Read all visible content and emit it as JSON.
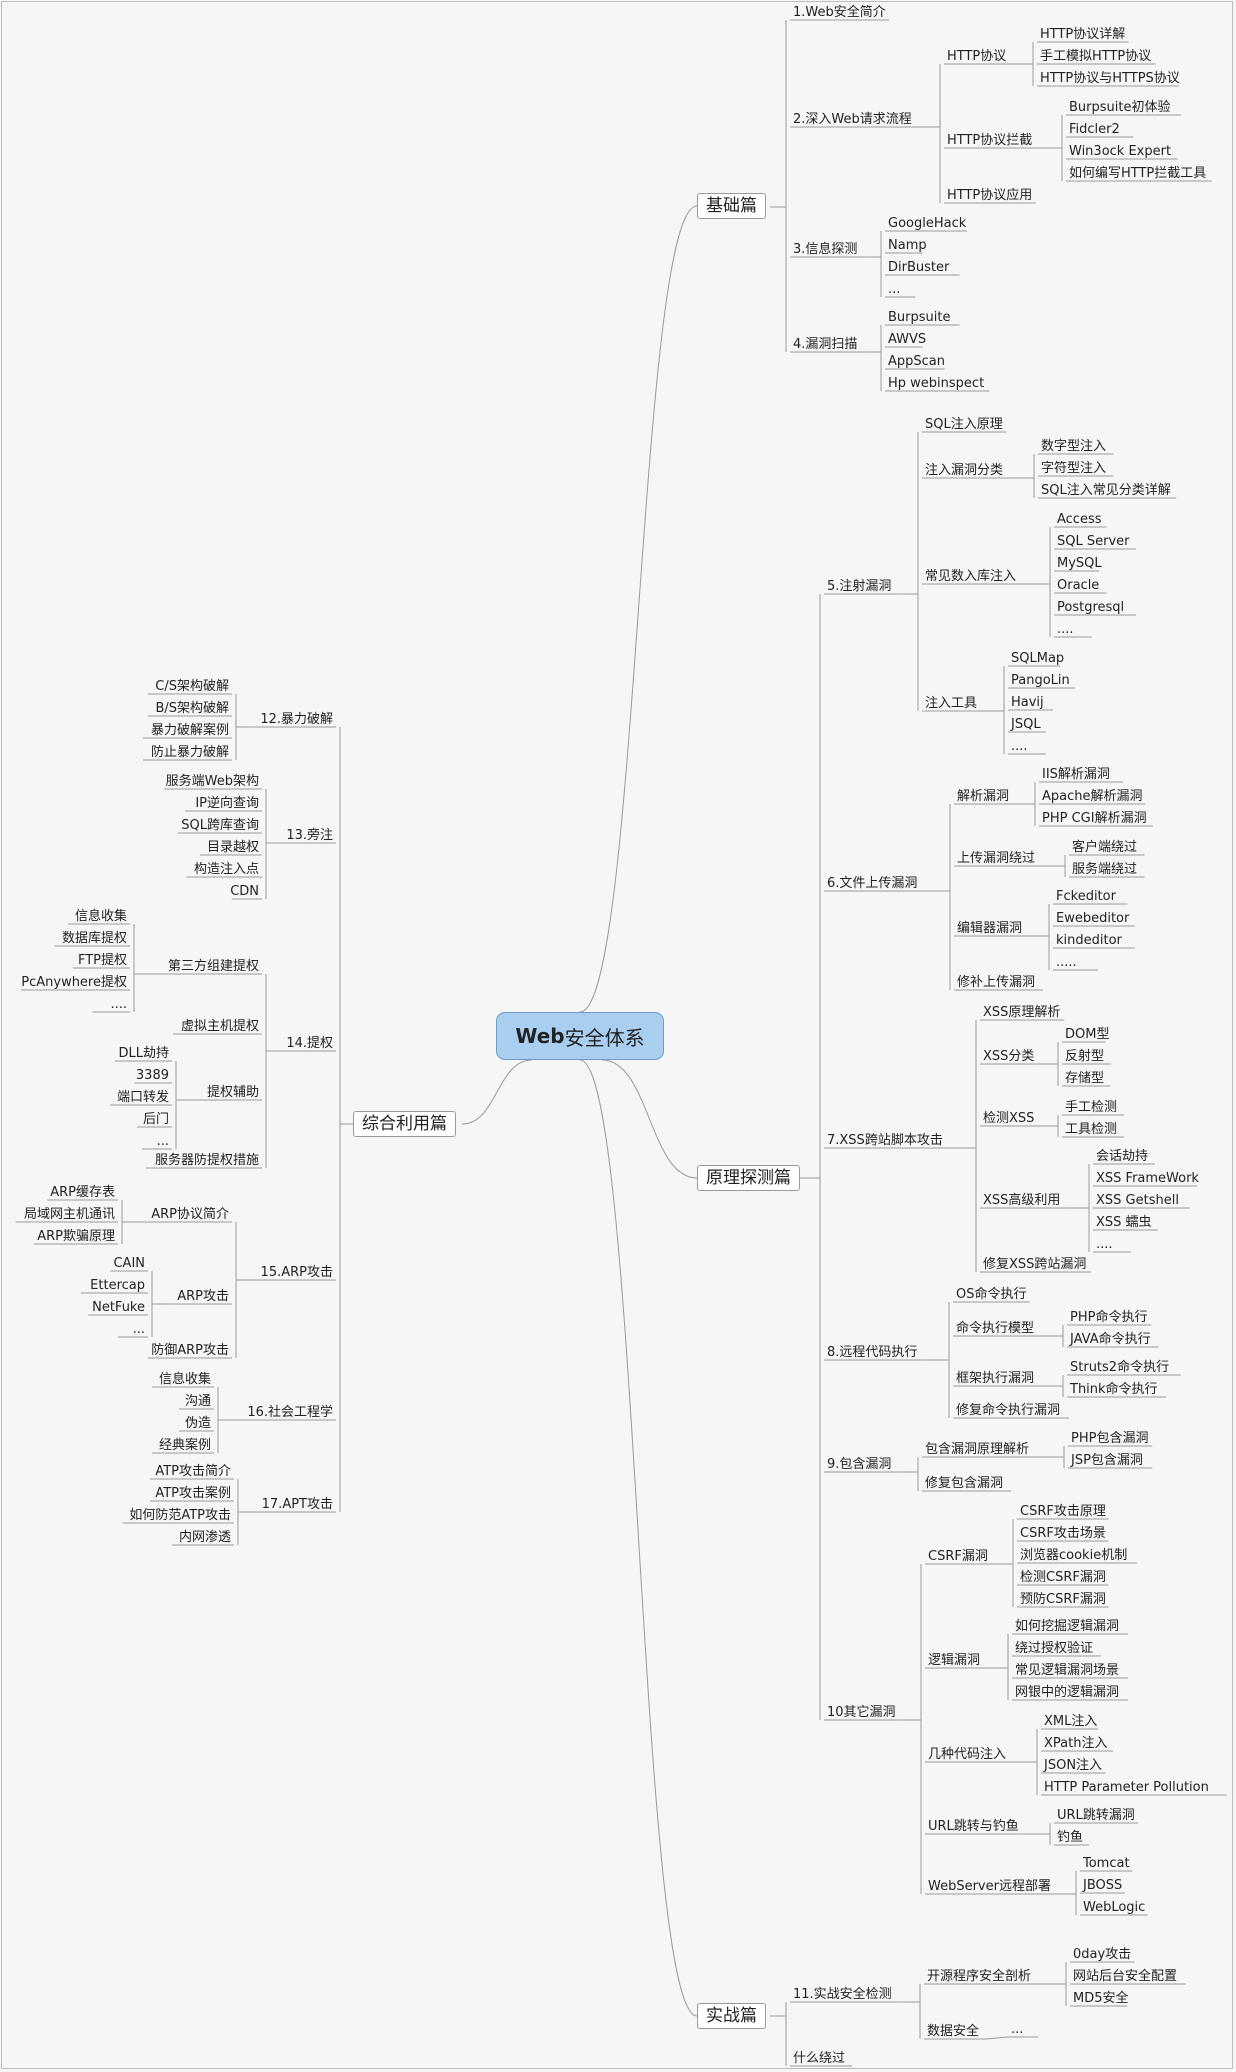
{
  "root": {
    "prefix": "Web",
    "suffix": "安全体系"
  },
  "branches": {
    "basic": {
      "label": "基础篇"
    },
    "principle": {
      "label": "原理探测篇"
    },
    "combat": {
      "label": "实战篇"
    },
    "combined": {
      "label": "综合利用篇"
    }
  },
  "nodes": {
    "b1": "1.Web安全简介",
    "b2": "2.深入Web请求流程",
    "b2a": "HTTP协议",
    "b2a1": "HTTP协议详解",
    "b2a2": "手工模拟HTTP协议",
    "b2a3": "HTTP协议与HTTPS协议",
    "b2b": "HTTP协议拦截",
    "b2b1": "Burpsuite初体验",
    "b2b2": "Fidcler2",
    "b2b3": "Win3ock Expert",
    "b2b4": "如何编写HTTP拦截工具",
    "b2c": "HTTP协议应用",
    "b3": "3.信息探测",
    "b31": "GoogleHack",
    "b32": "Namp",
    "b33": "DirBuster",
    "b34": "...",
    "b4": "4.漏洞扫描",
    "b41": "Burpsuite",
    "b42": "AWVS",
    "b43": "AppScan",
    "b44": "Hp webinspect",
    "p5": "5.注射漏洞",
    "p51": "SQL注入原理",
    "p52": "注入漏洞分类",
    "p521": "数字型注入",
    "p522": "字符型注入",
    "p523": "SQL注入常见分类详解",
    "p53": "常见数入库注入",
    "p531": "Access",
    "p532": "SQL Server",
    "p533": "MySQL",
    "p534": "Oracle",
    "p535": "Postgresql",
    "p536": "....",
    "p54": "注入工具",
    "p541": "SQLMap",
    "p542": "PangoLin",
    "p543": "Havij",
    "p544": "JSQL",
    "p545": "....",
    "p6": "6.文件上传漏洞",
    "p61": "解析漏洞",
    "p611": "IIS解析漏洞",
    "p612": "Apache解析漏洞",
    "p613": "PHP CGI解析漏洞",
    "p62": "上传漏洞绕过",
    "p621": "客户端绕过",
    "p622": "服务端绕过",
    "p63": "编辑器漏洞",
    "p631": "Fckeditor",
    "p632": "Ewebeditor",
    "p633": "kindeditor",
    "p634": ".....",
    "p64": "修补上传漏洞",
    "p7": "7.XSS跨站脚本攻击",
    "p71": "XSS原理解析",
    "p72": "XSS分类",
    "p721": "DOM型",
    "p722": "反射型",
    "p723": "存储型",
    "p73": "检测XSS",
    "p731": "手工检测",
    "p732": "工具检测",
    "p74": "XSS高级利用",
    "p741": "会话劫持",
    "p742": "XSS FrameWork",
    "p743": "XSS Getshell",
    "p744": "XSS 蠕虫",
    "p745": "....",
    "p75": "修复XSS跨站漏洞",
    "p8": "8.远程代码执行",
    "p81": "OS命令执行",
    "p82": "命令执行模型",
    "p821": "PHP命令执行",
    "p822": "JAVA命令执行",
    "p83": "框架执行漏洞",
    "p831": "Struts2命令执行",
    "p832": "Think命令执行",
    "p84": "修复命令执行漏洞",
    "p9": "9.包含漏洞",
    "p91": "包含漏洞原理解析",
    "p911": "PHP包含漏洞",
    "p912": "JSP包含漏洞",
    "p92": "修复包含漏洞",
    "p10": "10其它漏洞",
    "p101": "CSRF漏洞",
    "p1011": "CSRF攻击原理",
    "p1012": "CSRF攻击场景",
    "p1013": "浏览器cookie机制",
    "p1014": "检测CSRF漏洞",
    "p1015": "预防CSRF漏洞",
    "p102": "逻辑漏洞",
    "p1021": "如何挖掘逻辑漏洞",
    "p1022": "绕过授权验证",
    "p1023": "常见逻辑漏洞场景",
    "p1024": "网银中的逻辑漏洞",
    "p103": "几种代码注入",
    "p1031": "XML注入",
    "p1032": "XPath注入",
    "p1033": "JSON注入",
    "p1034": "HTTP Parameter Pollution",
    "p104": "URL跳转与钓鱼",
    "p1041": "URL跳转漏洞",
    "p1042": "钓鱼",
    "p105": "WebServer远程部署",
    "p1051": "Tomcat",
    "p1052": "JBOSS",
    "p1053": "WebLogic",
    "c11": "11.实战安全检测",
    "c111": "开源程序安全剖析",
    "c1111": "0day攻击",
    "c1112": "网站后台安全配置",
    "c1113": "MD5安全",
    "c112": "数据安全",
    "c1121": "...",
    "c12": "什么绕过",
    "l12": "12.暴力破解",
    "l121": "C/S架构破解",
    "l122": "B/S架构破解",
    "l123": "暴力破解案例",
    "l124": "防止暴力破解",
    "l13": "13.旁注",
    "l131": "服务端Web架构",
    "l132": "IP逆向查询",
    "l133": "SQL跨库查询",
    "l134": "目录越权",
    "l135": "构造注入点",
    "l136": "CDN",
    "l14": "14.提权",
    "l141": "第三方组建提权",
    "l1411": "信息收集",
    "l1412": "数据库提权",
    "l1413": "FTP提权",
    "l1414": "PcAnywhere提权",
    "l1415": "....",
    "l142": "虚拟主机提权",
    "l143": "提权辅助",
    "l1431": "DLL劫持",
    "l1432": "3389",
    "l1433": "端口转发",
    "l1434": "后门",
    "l1435": "...",
    "l144": "服务器防提权措施",
    "l15": "15.ARP攻击",
    "l151": "ARP协议简介",
    "l1511": "ARP缓存表",
    "l1512": "局域网主机通讯",
    "l1513": "ARP欺骗原理",
    "l152": "ARP攻击",
    "l1521": "CAIN",
    "l1522": "Ettercap",
    "l1523": "NetFuke",
    "l1524": "...",
    "l153": "防御ARP攻击",
    "l16": "16.社会工程学",
    "l161": "信息收集",
    "l162": "沟通",
    "l163": "伪造",
    "l164": "经典案例",
    "l17": "17.APT攻击",
    "l171": "ATP攻击简介",
    "l172": "ATP攻击案例",
    "l173": "如何防范ATP攻击",
    "l174": "内网渗透"
  }
}
